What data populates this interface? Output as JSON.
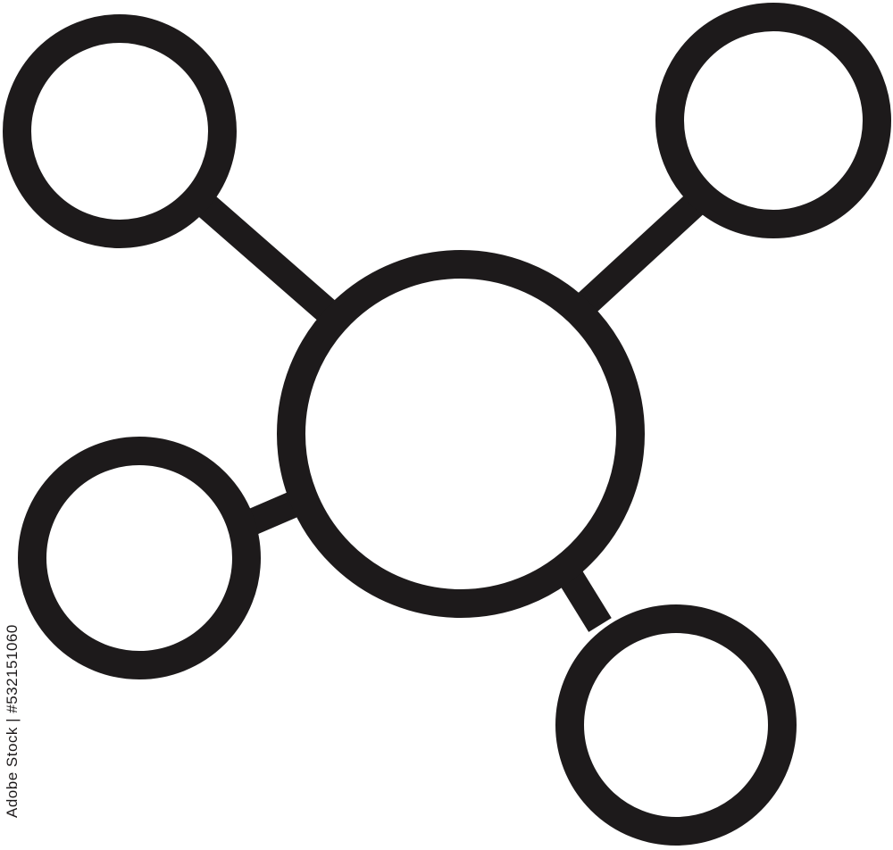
{
  "icon": {
    "name": "network-hub-icon",
    "stroke_color": "#1d1a1b",
    "fill_color": "#ffffff",
    "background_color": "#ffffff",
    "node_count": 5,
    "edge_count": 4
  },
  "stock": {
    "caption": "Adobe Stock | #532151060"
  }
}
